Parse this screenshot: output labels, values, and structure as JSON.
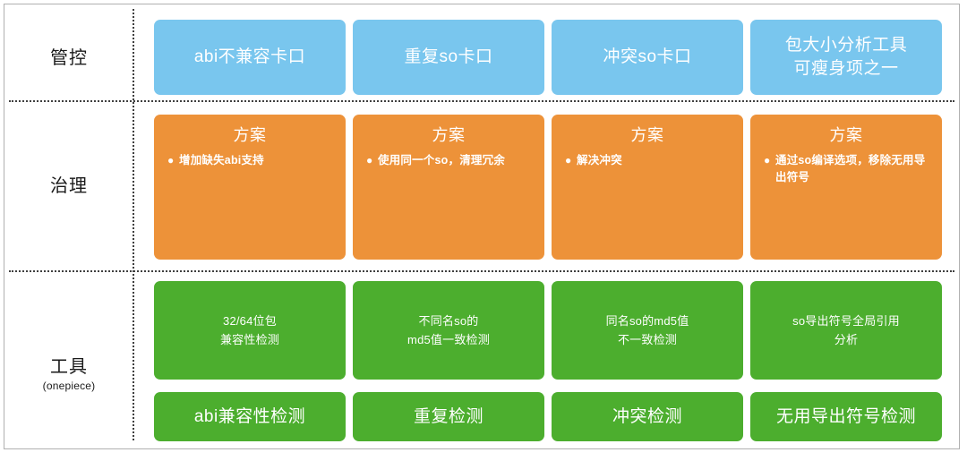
{
  "colors": {
    "blue": "#79c6ee",
    "orange": "#ed9239",
    "green": "#4cae2e",
    "frame_border": "#b0b0b0",
    "separator": "#3f3f3f",
    "text_on_card": "#ffffff",
    "label_text": "#1a1a1a"
  },
  "rows": [
    {
      "label_main": "管控",
      "label_sub": ""
    },
    {
      "label_main": "治理",
      "label_sub": ""
    },
    {
      "label_main": "工具",
      "label_sub": "(onepiece)"
    }
  ],
  "columns": [
    {
      "control": "abi不兼容卡口",
      "plan_title": "方案",
      "plan_items": [
        "增加缺失abi支持"
      ],
      "tool_desc": "32/64位包\n兼容性检测",
      "tool_name": "abi兼容性检测"
    },
    {
      "control": "重复so卡口",
      "plan_title": "方案",
      "plan_items": [
        "使用同一个so，清理冗余"
      ],
      "tool_desc": "不同名so的\nmd5值一致检测",
      "tool_name": "重复检测"
    },
    {
      "control": "冲突so卡口",
      "plan_title": "方案",
      "plan_items": [
        "解决冲突"
      ],
      "tool_desc": "同名so的md5值\n不一致检测",
      "tool_name": "冲突检测"
    },
    {
      "control": "包大小分析工具\n可瘦身项之一",
      "plan_title": "方案",
      "plan_items": [
        "通过so编译选项，移除无用导出符号"
      ],
      "tool_desc": "so导出符号全局引用\n分析",
      "tool_name": "无用导出符号检测"
    }
  ],
  "bullet_glyph": "●"
}
